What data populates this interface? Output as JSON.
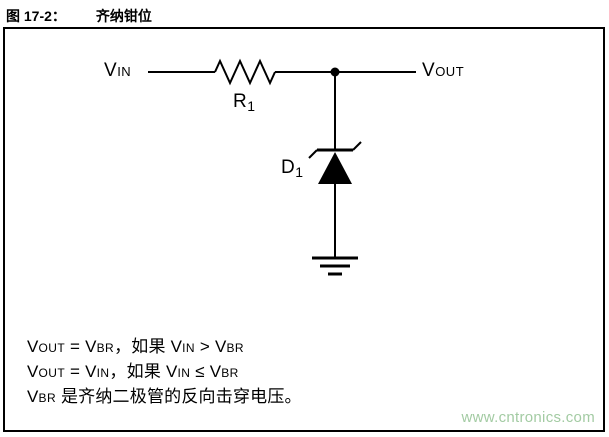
{
  "title": {
    "figure_label": "图 17-2：",
    "figure_title": "齐纳钳位"
  },
  "circuit": {
    "vin_label": {
      "main": "V",
      "small": "IN"
    },
    "vout_label": {
      "main": "V",
      "small": "OUT"
    },
    "r1_label": {
      "main": "R",
      "sub": "1"
    },
    "d1_label": {
      "main": "D",
      "sub": "1"
    }
  },
  "notes": [
    {
      "segments": [
        {
          "t": "V"
        },
        {
          "s": "OUT"
        },
        {
          "t": " = "
        },
        {
          "t": "V"
        },
        {
          "s": "BR"
        },
        {
          "t": "，如果 "
        },
        {
          "t": "V"
        },
        {
          "s": "IN"
        },
        {
          "t": " > "
        },
        {
          "t": "V"
        },
        {
          "s": "BR"
        }
      ]
    },
    {
      "segments": [
        {
          "t": "V"
        },
        {
          "s": "OUT"
        },
        {
          "t": " = "
        },
        {
          "t": "V"
        },
        {
          "s": "IN"
        },
        {
          "t": "，如果 "
        },
        {
          "t": "V"
        },
        {
          "s": "IN"
        },
        {
          "t": " ≤ "
        },
        {
          "t": "V"
        },
        {
          "s": "BR"
        }
      ]
    },
    {
      "segments": [
        {
          "t": "V"
        },
        {
          "s": "BR"
        },
        {
          "t": " 是齐纳二极管的反向击穿电压。"
        }
      ]
    }
  ],
  "watermark": "www.cntronics.com",
  "colors": {
    "line": "#000000",
    "watermark": "#a3cba3"
  }
}
